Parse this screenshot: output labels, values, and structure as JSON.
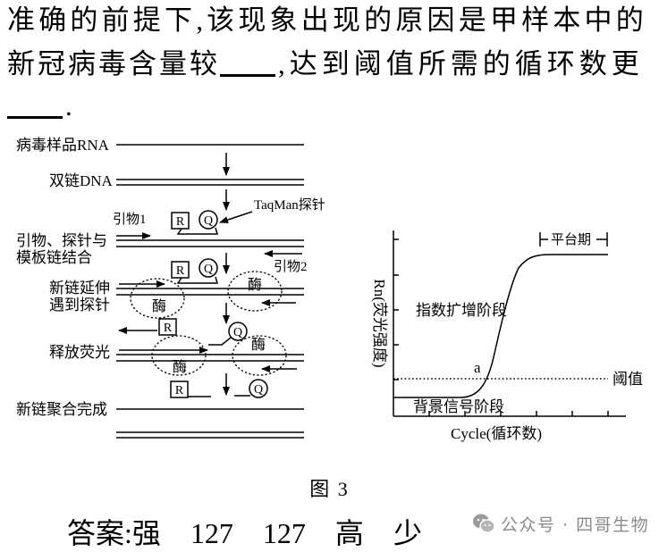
{
  "question": {
    "line1": "准确的前提下,该现象出现的原因是甲样本中的",
    "line2_before_blank": "新冠病毒含量较",
    "line2_after_blank": ",达到阈值所需的循环数更",
    "line3_after_blank": "."
  },
  "diagram": {
    "stages": {
      "rna": "病毒样品RNA",
      "dsdna": "双链DNA",
      "binding_line1": "引物、探针与",
      "binding_line2": "模板链结合",
      "extension_line1": "新链延伸",
      "extension_line2": "遇到探针",
      "release": "释放荧光",
      "complete": "新链聚合完成"
    },
    "probe": "TaqMan探针",
    "primer1": "引物1",
    "primer2": "引物2",
    "reporter": "R",
    "quencher": "Q",
    "enzyme": "酶"
  },
  "curve": {
    "ylabel": "Rn(荧光强度)",
    "xlabel": "Cycle(循环数)",
    "plateau": "平台期",
    "exponential": "指数扩增阶段",
    "threshold": "阈值",
    "background": "背景信号阶段",
    "point": "a"
  },
  "caption": "图 3",
  "answer": {
    "label": "答案:",
    "items": [
      "强",
      "127",
      "127",
      "高",
      "少"
    ]
  },
  "watermark": {
    "icon": "wechat-icon",
    "text": "公众号 · 四哥生物"
  },
  "colors": {
    "ink": "#000000",
    "watermark": "#8a8a8a"
  }
}
